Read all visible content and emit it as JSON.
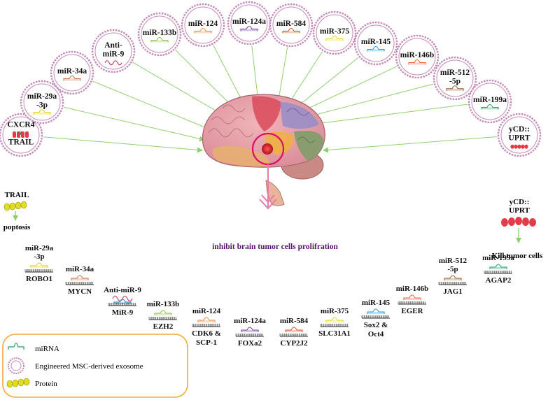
{
  "exosome_labels": [
    [
      "CXCR4",
      "+",
      "TRAIL"
    ],
    [
      "miR-29a",
      "-3p"
    ],
    [
      "miR-34a"
    ],
    [
      "Anti-",
      "miR-9"
    ],
    [
      "miR-133b"
    ],
    [
      "miR-124"
    ],
    [
      "miR-124a"
    ],
    [
      "miR-584"
    ],
    [
      "miR-375"
    ],
    [
      "miR-145"
    ],
    [
      "miR-146b"
    ],
    [
      "miR-512",
      "-5p"
    ],
    [
      "miR-199a"
    ],
    [
      "yCD::",
      "UPRT"
    ]
  ],
  "center_label": "inhibit brain tumor cells prolifration",
  "trail_effect": {
    "protein": "TRAIL",
    "result": "poptosis"
  },
  "ycd_effect": {
    "protein": [
      "yCD::",
      "UPRT"
    ],
    "result": "Kill tumor cells"
  },
  "targets": [
    {
      "mirna": [
        "miR-29a",
        "-3p"
      ],
      "target": [
        "ROBO1"
      ]
    },
    {
      "mirna": [
        "miR-34a"
      ],
      "target": [
        "MYCN"
      ]
    },
    {
      "mirna": [
        "Anti-miR-9"
      ],
      "target": [
        "MiR-9"
      ]
    },
    {
      "mirna": [
        "miR-133b"
      ],
      "target": [
        "EZH2"
      ]
    },
    {
      "mirna": [
        "miR-124"
      ],
      "target": [
        "CDK6 &",
        "SCP-1"
      ]
    },
    {
      "mirna": [
        "miR-124a"
      ],
      "target": [
        "FOXa2"
      ]
    },
    {
      "mirna": [
        "miR-584"
      ],
      "target": [
        "CYP2J2"
      ]
    },
    {
      "mirna": [
        "miR-375"
      ],
      "target": [
        "SLC31A1"
      ]
    },
    {
      "mirna": [
        "miR-145"
      ],
      "target": [
        "Sox2 &",
        "Oct4"
      ]
    },
    {
      "mirna": [
        "miR-146b"
      ],
      "target": [
        "EGER"
      ]
    },
    {
      "mirna": [
        "miR-512",
        "-5p"
      ],
      "target": [
        "JAG1"
      ]
    },
    {
      "mirna": [
        "miR-199a"
      ],
      "target": [
        "AGAP2"
      ]
    }
  ],
  "legend": {
    "mirna": "miRNA",
    "exosome": "Engineered MSC-derived exosome",
    "protein": "Protein"
  },
  "colors": {
    "exosome_ring": "#c48ab8",
    "arrow": "#8fd06e",
    "center_arrow": "#e879a8",
    "legend_border": "#f2a93b",
    "protein": "#e0dc1e",
    "ycd": "#e23b4a",
    "mirna": [
      "#555555",
      "#e6d000",
      "#d07040",
      "#c0304a",
      "#88c040",
      "#f08a40",
      "#7040a0",
      "#e0502a",
      "#e8d820",
      "#20a0e0",
      "#f06040",
      "#9c5a2a",
      "#20a060"
    ]
  }
}
